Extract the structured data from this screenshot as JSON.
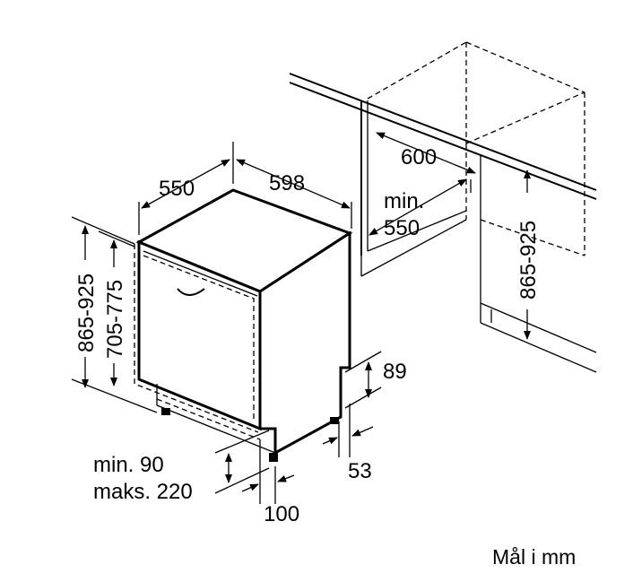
{
  "dimensions": {
    "width_550": "550",
    "width_598": "598",
    "niche_width_600": "600",
    "niche_depth_min": "min.",
    "niche_depth_550": "550",
    "height_865_925_left": "865-925",
    "height_705_775": "705-775",
    "height_865_925_right": "865-925",
    "dim_89": "89",
    "dim_53": "53",
    "dim_100": "100",
    "plinth_min": "min. 90",
    "plinth_max": "maks. 220"
  },
  "units_note": "Mål i mm"
}
